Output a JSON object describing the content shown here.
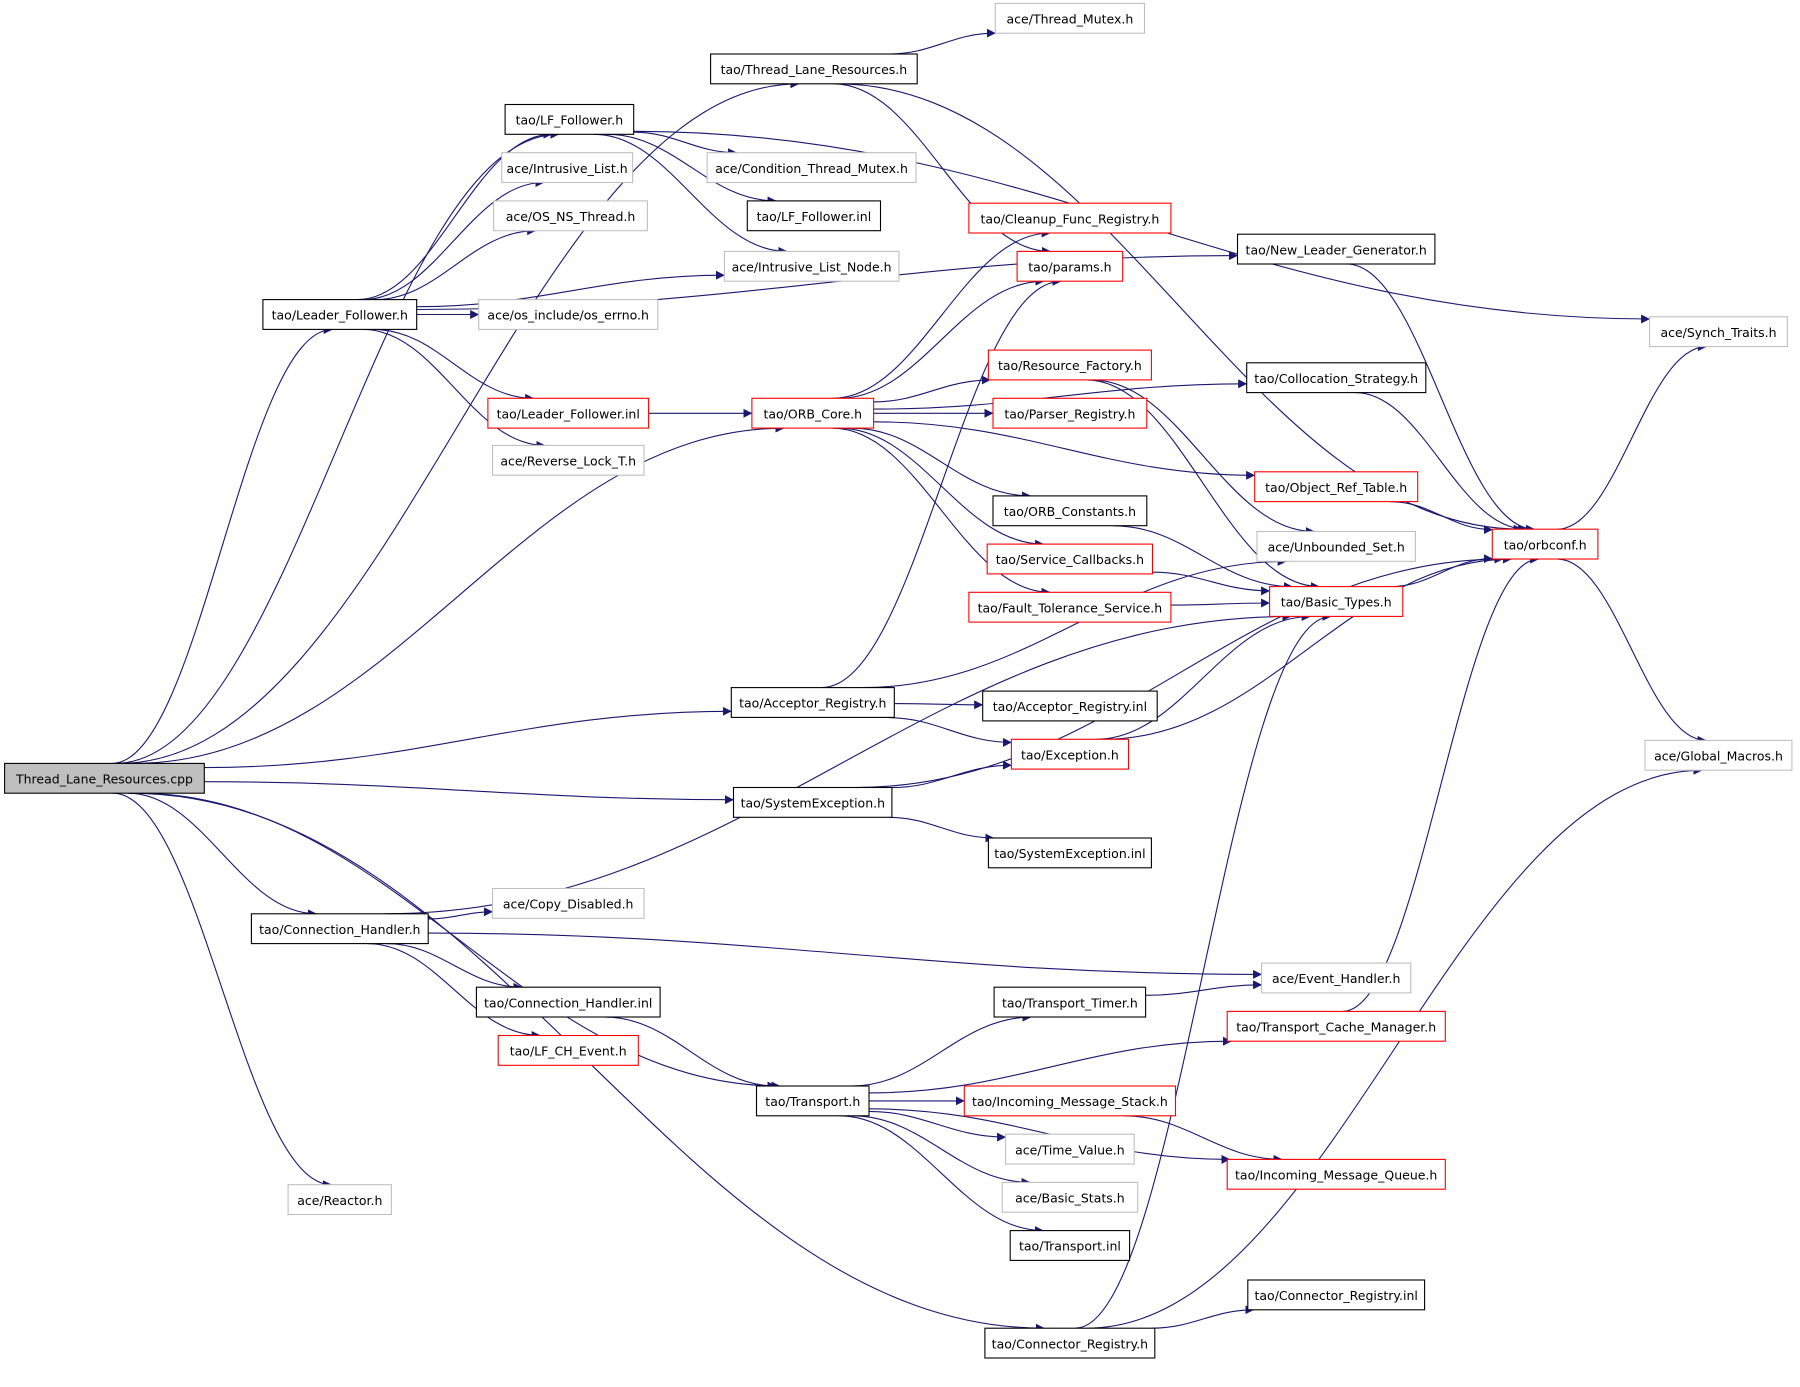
{
  "diagram": {
    "colors": {
      "edge": "#191970",
      "root_fill": "#bfbfbf",
      "documented_border": "#000000",
      "truncated_border": "#ff0000",
      "external_border": "#bfbfbf"
    },
    "nodes": [
      {
        "id": "root",
        "label": "Thread_Lane_Resources.cpp",
        "kind": "root"
      },
      {
        "id": "tlr_h",
        "label": "tao/Thread_Lane_Resources.h",
        "kind": "documented"
      },
      {
        "id": "thread_mutex",
        "label": "ace/Thread_Mutex.h",
        "kind": "external"
      },
      {
        "id": "lf_follower_h",
        "label": "tao/LF_Follower.h",
        "kind": "documented"
      },
      {
        "id": "intrusive_list",
        "label": "ace/Intrusive_List.h",
        "kind": "external"
      },
      {
        "id": "cond_thread_mutex",
        "label": "ace/Condition_Thread_Mutex.h",
        "kind": "external"
      },
      {
        "id": "os_ns_thread",
        "label": "ace/OS_NS_Thread.h",
        "kind": "external"
      },
      {
        "id": "lf_follower_inl",
        "label": "tao/LF_Follower.inl",
        "kind": "documented"
      },
      {
        "id": "cleanup_func",
        "label": "tao/Cleanup_Func_Registry.h",
        "kind": "truncated"
      },
      {
        "id": "intrusive_list_node",
        "label": "ace/Intrusive_List_Node.h",
        "kind": "external"
      },
      {
        "id": "params",
        "label": "tao/params.h",
        "kind": "truncated"
      },
      {
        "id": "new_leader",
        "label": "tao/New_Leader_Generator.h",
        "kind": "documented"
      },
      {
        "id": "leader_follower_h",
        "label": "tao/Leader_Follower.h",
        "kind": "documented"
      },
      {
        "id": "os_errno",
        "label": "ace/os_include/os_errno.h",
        "kind": "external"
      },
      {
        "id": "synch_traits",
        "label": "ace/Synch_Traits.h",
        "kind": "external"
      },
      {
        "id": "resource_factory",
        "label": "tao/Resource_Factory.h",
        "kind": "truncated"
      },
      {
        "id": "collocation",
        "label": "tao/Collocation_Strategy.h",
        "kind": "documented"
      },
      {
        "id": "leader_follower_inl",
        "label": "tao/Leader_Follower.inl",
        "kind": "truncated"
      },
      {
        "id": "orb_core",
        "label": "tao/ORB_Core.h",
        "kind": "truncated"
      },
      {
        "id": "parser_registry",
        "label": "tao/Parser_Registry.h",
        "kind": "truncated"
      },
      {
        "id": "reverse_lock",
        "label": "ace/Reverse_Lock_T.h",
        "kind": "external"
      },
      {
        "id": "object_ref_table",
        "label": "tao/Object_Ref_Table.h",
        "kind": "truncated"
      },
      {
        "id": "orb_constants",
        "label": "tao/ORB_Constants.h",
        "kind": "documented"
      },
      {
        "id": "unbounded_set",
        "label": "ace/Unbounded_Set.h",
        "kind": "external"
      },
      {
        "id": "orbconf",
        "label": "tao/orbconf.h",
        "kind": "truncated"
      },
      {
        "id": "service_callbacks",
        "label": "tao/Service_Callbacks.h",
        "kind": "truncated"
      },
      {
        "id": "basic_types",
        "label": "tao/Basic_Types.h",
        "kind": "truncated"
      },
      {
        "id": "fault_tolerance",
        "label": "tao/Fault_Tolerance_Service.h",
        "kind": "truncated"
      },
      {
        "id": "acceptor_registry_h",
        "label": "tao/Acceptor_Registry.h",
        "kind": "documented"
      },
      {
        "id": "acceptor_registry_inl",
        "label": "tao/Acceptor_Registry.inl",
        "kind": "documented"
      },
      {
        "id": "global_macros",
        "label": "ace/Global_Macros.h",
        "kind": "external"
      },
      {
        "id": "exception",
        "label": "tao/Exception.h",
        "kind": "truncated"
      },
      {
        "id": "system_exception_h",
        "label": "tao/SystemException.h",
        "kind": "documented"
      },
      {
        "id": "system_exception_inl",
        "label": "tao/SystemException.inl",
        "kind": "documented"
      },
      {
        "id": "copy_disabled",
        "label": "ace/Copy_Disabled.h",
        "kind": "external"
      },
      {
        "id": "connection_handler_h",
        "label": "tao/Connection_Handler.h",
        "kind": "documented"
      },
      {
        "id": "event_handler",
        "label": "ace/Event_Handler.h",
        "kind": "external"
      },
      {
        "id": "connection_handler_inl",
        "label": "tao/Connection_Handler.inl",
        "kind": "documented"
      },
      {
        "id": "transport_timer",
        "label": "tao/Transport_Timer.h",
        "kind": "documented"
      },
      {
        "id": "transport_cache",
        "label": "tao/Transport_Cache_Manager.h",
        "kind": "truncated"
      },
      {
        "id": "lf_ch_event",
        "label": "tao/LF_CH_Event.h",
        "kind": "truncated"
      },
      {
        "id": "transport_h",
        "label": "tao/Transport.h",
        "kind": "documented"
      },
      {
        "id": "incoming_stack",
        "label": "tao/Incoming_Message_Stack.h",
        "kind": "truncated"
      },
      {
        "id": "time_value",
        "label": "ace/Time_Value.h",
        "kind": "external"
      },
      {
        "id": "incoming_queue",
        "label": "tao/Incoming_Message_Queue.h",
        "kind": "truncated"
      },
      {
        "id": "basic_stats",
        "label": "ace/Basic_Stats.h",
        "kind": "external"
      },
      {
        "id": "reactor",
        "label": "ace/Reactor.h",
        "kind": "external"
      },
      {
        "id": "transport_inl",
        "label": "tao/Transport.inl",
        "kind": "documented"
      },
      {
        "id": "connector_registry_inl",
        "label": "tao/Connector_Registry.inl",
        "kind": "documented"
      },
      {
        "id": "connector_registry_h",
        "label": "tao/Connector_Registry.h",
        "kind": "documented"
      }
    ],
    "edges": [
      [
        "root",
        "tlr_h"
      ],
      [
        "root",
        "lf_follower_h"
      ],
      [
        "root",
        "leader_follower_h"
      ],
      [
        "root",
        "orb_core"
      ],
      [
        "root",
        "acceptor_registry_h"
      ],
      [
        "root",
        "system_exception_h"
      ],
      [
        "root",
        "connection_handler_h"
      ],
      [
        "root",
        "transport_h"
      ],
      [
        "root",
        "reactor"
      ],
      [
        "root",
        "connector_registry_h"
      ],
      [
        "tlr_h",
        "thread_mutex"
      ],
      [
        "tlr_h",
        "orbconf"
      ],
      [
        "tlr_h",
        "params"
      ],
      [
        "lf_follower_h",
        "synch_traits"
      ],
      [
        "lf_follower_h",
        "cond_thread_mutex"
      ],
      [
        "lf_follower_h",
        "lf_follower_inl"
      ],
      [
        "lf_follower_h",
        "intrusive_list_node"
      ],
      [
        "leader_follower_h",
        "lf_follower_h"
      ],
      [
        "leader_follower_h",
        "intrusive_list"
      ],
      [
        "leader_follower_h",
        "os_ns_thread"
      ],
      [
        "leader_follower_h",
        "intrusive_list_node"
      ],
      [
        "leader_follower_h",
        "os_errno"
      ],
      [
        "leader_follower_h",
        "new_leader"
      ],
      [
        "leader_follower_h",
        "leader_follower_inl"
      ],
      [
        "leader_follower_h",
        "reverse_lock"
      ],
      [
        "leader_follower_inl",
        "orb_core"
      ],
      [
        "orb_core",
        "cleanup_func"
      ],
      [
        "orb_core",
        "params"
      ],
      [
        "orb_core",
        "resource_factory"
      ],
      [
        "orb_core",
        "collocation"
      ],
      [
        "orb_core",
        "parser_registry"
      ],
      [
        "orb_core",
        "object_ref_table"
      ],
      [
        "orb_core",
        "orb_constants"
      ],
      [
        "orb_core",
        "service_callbacks"
      ],
      [
        "orb_core",
        "fault_tolerance"
      ],
      [
        "new_leader",
        "orbconf"
      ],
      [
        "collocation",
        "orbconf"
      ],
      [
        "object_ref_table",
        "orbconf"
      ],
      [
        "resource_factory",
        "unbounded_set"
      ],
      [
        "resource_factory",
        "basic_types"
      ],
      [
        "orb_constants",
        "basic_types"
      ],
      [
        "service_callbacks",
        "basic_types"
      ],
      [
        "fault_tolerance",
        "basic_types"
      ],
      [
        "basic_types",
        "orbconf"
      ],
      [
        "orbconf",
        "synch_traits"
      ],
      [
        "orbconf",
        "global_macros"
      ],
      [
        "acceptor_registry_h",
        "params"
      ],
      [
        "acceptor_registry_h",
        "unbounded_set"
      ],
      [
        "acceptor_registry_h",
        "acceptor_registry_inl"
      ],
      [
        "acceptor_registry_h",
        "exception"
      ],
      [
        "exception",
        "basic_types"
      ],
      [
        "exception",
        "orbconf"
      ],
      [
        "system_exception_h",
        "exception"
      ],
      [
        "system_exception_h",
        "orbconf"
      ],
      [
        "system_exception_h",
        "system_exception_inl"
      ],
      [
        "connection_handler_h",
        "copy_disabled"
      ],
      [
        "connection_handler_h",
        "basic_types"
      ],
      [
        "connection_handler_h",
        "event_handler"
      ],
      [
        "connection_handler_h",
        "connection_handler_inl"
      ],
      [
        "connection_handler_h",
        "lf_ch_event"
      ],
      [
        "connection_handler_inl",
        "transport_h"
      ],
      [
        "transport_h",
        "transport_timer"
      ],
      [
        "transport_h",
        "transport_cache"
      ],
      [
        "transport_h",
        "incoming_stack"
      ],
      [
        "transport_h",
        "time_value"
      ],
      [
        "transport_h",
        "basic_stats"
      ],
      [
        "transport_h",
        "transport_inl"
      ],
      [
        "transport_h",
        "incoming_queue"
      ],
      [
        "transport_timer",
        "event_handler"
      ],
      [
        "transport_cache",
        "orbconf"
      ],
      [
        "incoming_stack",
        "incoming_queue"
      ],
      [
        "connector_registry_h",
        "connector_registry_inl"
      ],
      [
        "connector_registry_h",
        "basic_types"
      ],
      [
        "connector_registry_h",
        "global_macros"
      ]
    ]
  }
}
